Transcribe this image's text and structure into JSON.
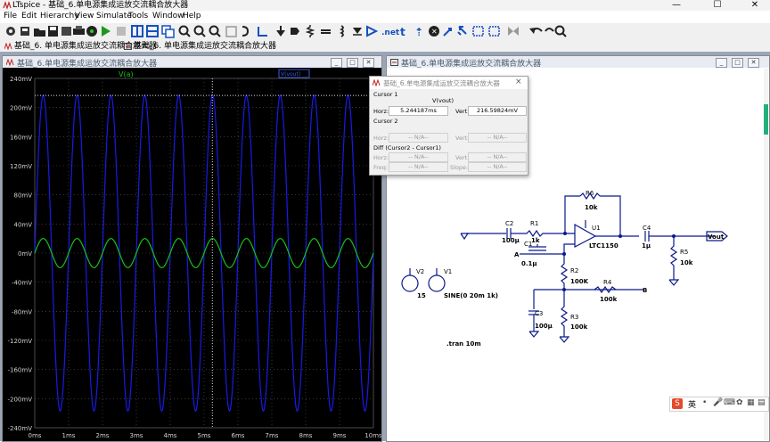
{
  "app": {
    "title": "LTspice - 基础_6.单电源集成运放交流耦合放大器",
    "window_controls": {
      "minimize": "—",
      "maximize": "☐",
      "close": "✕"
    }
  },
  "menu": [
    "File",
    "Edit",
    "Hierarchy",
    "View",
    "Simulate",
    "Tools",
    "Window",
    "Help"
  ],
  "tabs": [
    {
      "label": "基础_6. 单电源集成运放交流耦合放大器"
    },
    {
      "label": "基础_6. 单电源集成运放交流耦合放大器"
    }
  ],
  "plot_window": {
    "title": "基础_6.单电源集成运放交流耦合放大器",
    "trace_label": "V(a)",
    "trace2_label": "V(vout)",
    "colors": {
      "background": "#000000",
      "grid": "#5a5a5a",
      "trace_vout": "#1a1ae6",
      "trace_a": "#19c019",
      "text": "#d0d0d0"
    }
  },
  "chart_data": {
    "type": "line",
    "x_label": "",
    "y_label": "",
    "x_ticks": [
      "0ms",
      "1ms",
      "2ms",
      "3ms",
      "4ms",
      "5ms",
      "6ms",
      "7ms",
      "8ms",
      "9ms",
      "10ms"
    ],
    "y_ticks": [
      "240mV",
      "200mV",
      "160mV",
      "120mV",
      "80mV",
      "40mV",
      "0mV",
      "-40mV",
      "-80mV",
      "-120mV",
      "-160mV",
      "-200mV",
      "-240mV"
    ],
    "xlim": [
      0,
      10
    ],
    "ylim": [
      -240,
      240
    ],
    "series": [
      {
        "name": "V(vout)",
        "color": "#1a1ae6",
        "frequency_khz": 1,
        "amplitude_mv": 217,
        "offset_mv": 0
      },
      {
        "name": "V(a)",
        "color": "#19c019",
        "frequency_khz": 1,
        "amplitude_mv": 20,
        "offset_mv": 0
      }
    ],
    "cursor": {
      "x_ms": 5.244187,
      "y_mv": 216.59824
    }
  },
  "schematic_window": {
    "title": "基础_6.单电源集成运放交流耦合放大器"
  },
  "cursor_dialog": {
    "title": "基础_6.单电源集成运放交流耦合放大器",
    "close": "×",
    "cursor1_label": "Cursor 1",
    "trace_name": "V(vout)",
    "horz_label": "Horz:",
    "horz_value": "5.244187ms",
    "vert_label": "Vert:",
    "vert_value": "216.59824mV",
    "cursor2_label": "Cursor 2",
    "na": "-- N/A--",
    "diff_label": "Diff (Cursor2 - Cursor1)",
    "freq_label": "Freq:",
    "slope_label": "Slope:"
  },
  "schematic": {
    "R6": "R6",
    "R6_val": "10k",
    "C2": "C2",
    "C2_val": "100µ",
    "R1": "R1",
    "R1_val": "1k",
    "U1": "U1",
    "U1_val": "LTC1150",
    "C4": "C4",
    "C4_val": "1µ",
    "vout": "Vout",
    "R5": "R5",
    "R5_val": "10k",
    "C1": "C1",
    "C1_val": "0.1µ",
    "node_a": "A",
    "R2": "R2",
    "R2_val": "100K",
    "R4": "R4",
    "R4_val": "100k",
    "node_b": "B",
    "C3": "C3",
    "C3_val": "100µ",
    "R3": "R3",
    "R3_val": "100k",
    "V2": "V2",
    "V2_val": "15",
    "V1": "V1",
    "V1_val": "SINE(0 20m 1k)",
    "tran": ".tran 10m"
  },
  "ime": {
    "label": "英"
  }
}
